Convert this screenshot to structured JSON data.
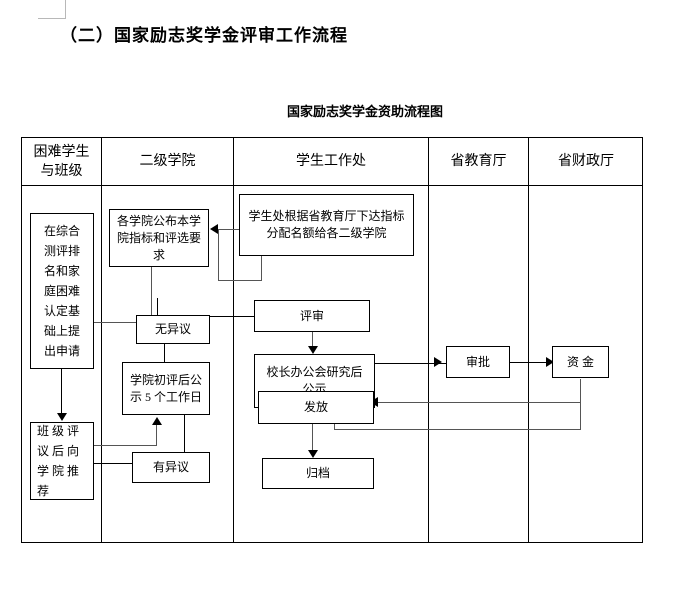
{
  "document": {
    "heading": "（二）国家励志奖学金评审工作流程",
    "chart_title": "国家励志奖学金资助流程图"
  },
  "flowchart": {
    "columns": [
      {
        "id": "col-difficult-students",
        "label": "困难学生\n与班级"
      },
      {
        "id": "col-secondary-college",
        "label": "二级学院"
      },
      {
        "id": "col-student-affairs",
        "label": "学生工作处"
      },
      {
        "id": "col-provincial-education",
        "label": "省教育厅"
      },
      {
        "id": "col-provincial-finance",
        "label": "省财政厅"
      }
    ],
    "nodes": {
      "apply": "在综合测评排名和家庭困难认定基础上提出申请",
      "class_review": "班级评议后向学院推荐",
      "college_publish": "各学院公布本学院指标和评选要求",
      "no_objection": "无异议",
      "college_preview": "学院初评后公示 5 个工作日",
      "has_objection": "有异议",
      "quota_allocation": "学生处根据省教育厅下达指标分配名额给各二级学院",
      "evaluation": "评审",
      "president_meeting": "校长办公会研究后公示",
      "disbursement": "发放",
      "archive": "归档",
      "approval": "审批",
      "funds": "资 金"
    }
  },
  "colors": {
    "border": "#000000",
    "connector": "#555555",
    "background": "#ffffff"
  }
}
